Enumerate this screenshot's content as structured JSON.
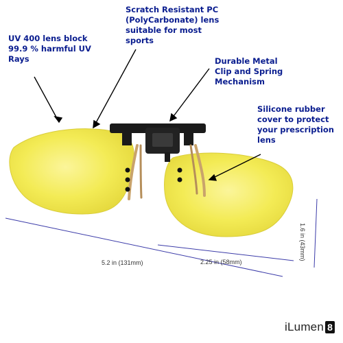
{
  "colors": {
    "callout_text": "#0a1d8f",
    "arrow": "#000000",
    "lens_yellow": "#f2ea56",
    "lens_edge": "#e0d640",
    "clip_black": "#1a1a1a",
    "spring_tan": "#c9a36b",
    "dimension_line": "#3a3aa8",
    "background": "#ffffff"
  },
  "callouts": {
    "uv": [
      "UV 400 lens block",
      "99.9 % harmful UV",
      "Rays"
    ],
    "scratch": [
      "Scratch Resistant  PC",
      "(PolyCarbonate) lens",
      "suitable for most",
      "sports"
    ],
    "clip": [
      "Durable Metal",
      "Clip and Spring",
      "Mechanism"
    ],
    "silicone": [
      "Silicone rubber",
      "cover to protect",
      "your prescription",
      "lens"
    ]
  },
  "dimensions": {
    "total_width": "5.2 in  (131mm)",
    "lens_width": "2.25 in  (58mm)",
    "lens_height": "1.6 in (43mm)"
  },
  "brand": {
    "name": "iLumen",
    "mark": "8"
  },
  "icons": {
    "product": "clip-on-sunglasses-icon"
  }
}
